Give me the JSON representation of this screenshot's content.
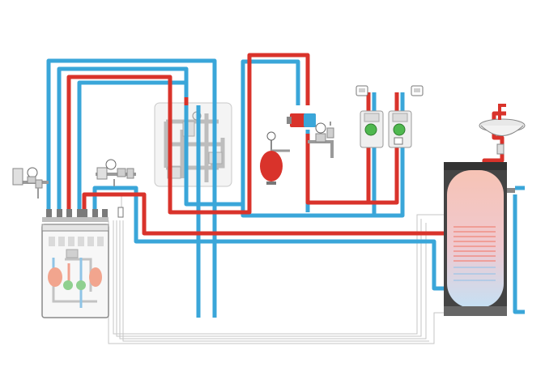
{
  "colors": {
    "hot": "#d9332b",
    "cold": "#3aa6d9",
    "wire": "#c8c8c8",
    "frame": "#9a9a9a",
    "pump_green": "#4fb84f",
    "tank_fill_top": "#f2b7a8",
    "tank_fill_bottom": "#c9e2f5",
    "expansion_vessel": "#d9332b"
  },
  "icons": [
    "boiler-unit",
    "hydraulic-separator-panel",
    "expansion-vessel",
    "manifold",
    "pump-group-left",
    "pump-group-right",
    "thermostat-left",
    "thermostat-right",
    "safety-valve-group-left",
    "safety-valve-group-center",
    "safety-valve-group-right",
    "indirect-water-heater-tank",
    "wash-basin-tap",
    "temperature-sensor"
  ]
}
